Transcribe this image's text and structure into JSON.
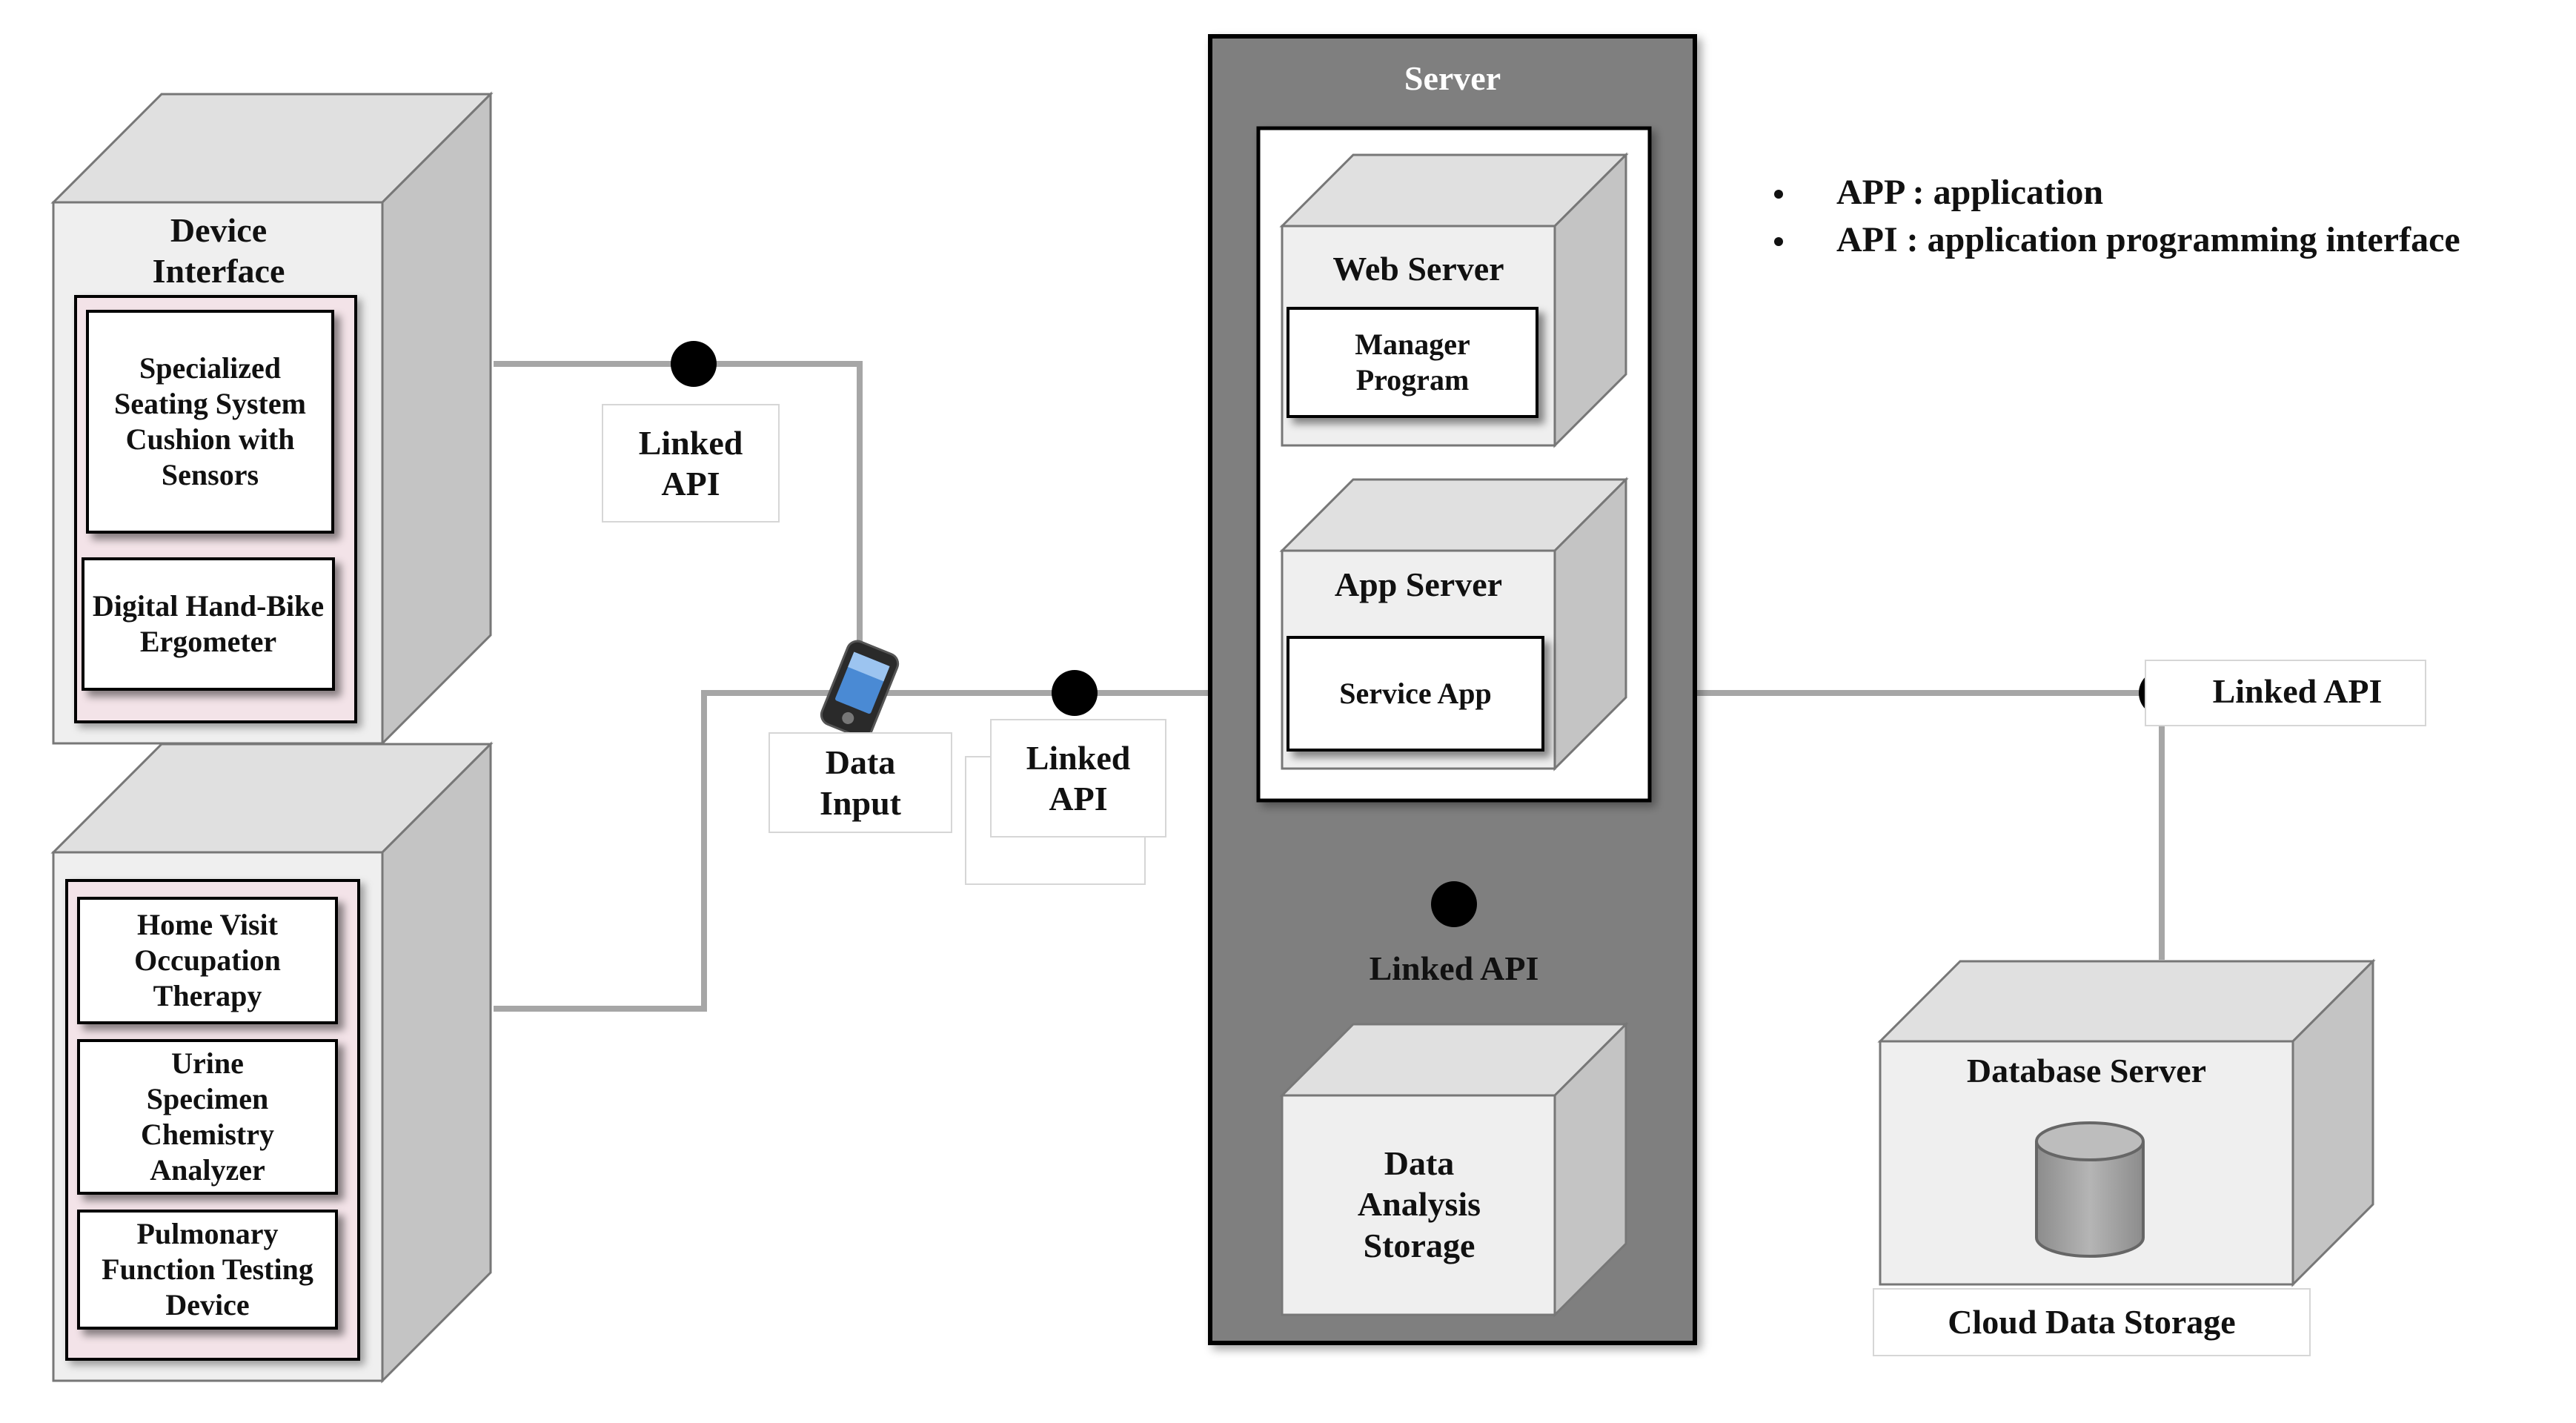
{
  "legend": [
    {
      "label": "APP : application"
    },
    {
      "label": "API : application programming interface"
    }
  ],
  "device_interface": {
    "title": "Device Interface",
    "items": [
      "Specialized Seating System Cushion with Sensors",
      "Digital Hand-Bike Ergometer"
    ]
  },
  "device_group2": {
    "items": [
      "Home Visit Occupation Therapy",
      "Urine Specimen Chemistry Analyzer",
      "Pulmonary Function Testing Device"
    ]
  },
  "links": {
    "linked_api_device": "Linked API",
    "data_input": "Data Input",
    "linked_api_server": "Linked API",
    "linked_api_storage": "Linked API",
    "linked_api_cloud": "Linked API"
  },
  "server": {
    "title": "Server",
    "web_server": {
      "title": "Web Server",
      "program": "Manager Program"
    },
    "app_server": {
      "title": "App Server",
      "program": "Service App"
    },
    "storage": "Data Analysis Storage"
  },
  "database": {
    "title": "Database Server",
    "caption": "Cloud Data Storage"
  },
  "colors": {
    "server_panel": "#7f7f7f",
    "connector": "#a6a6a6",
    "box_face": "#efefef",
    "box_top": "#e0e0e0",
    "box_side": "#c4c4c4",
    "pink": "#f3e3e8"
  }
}
